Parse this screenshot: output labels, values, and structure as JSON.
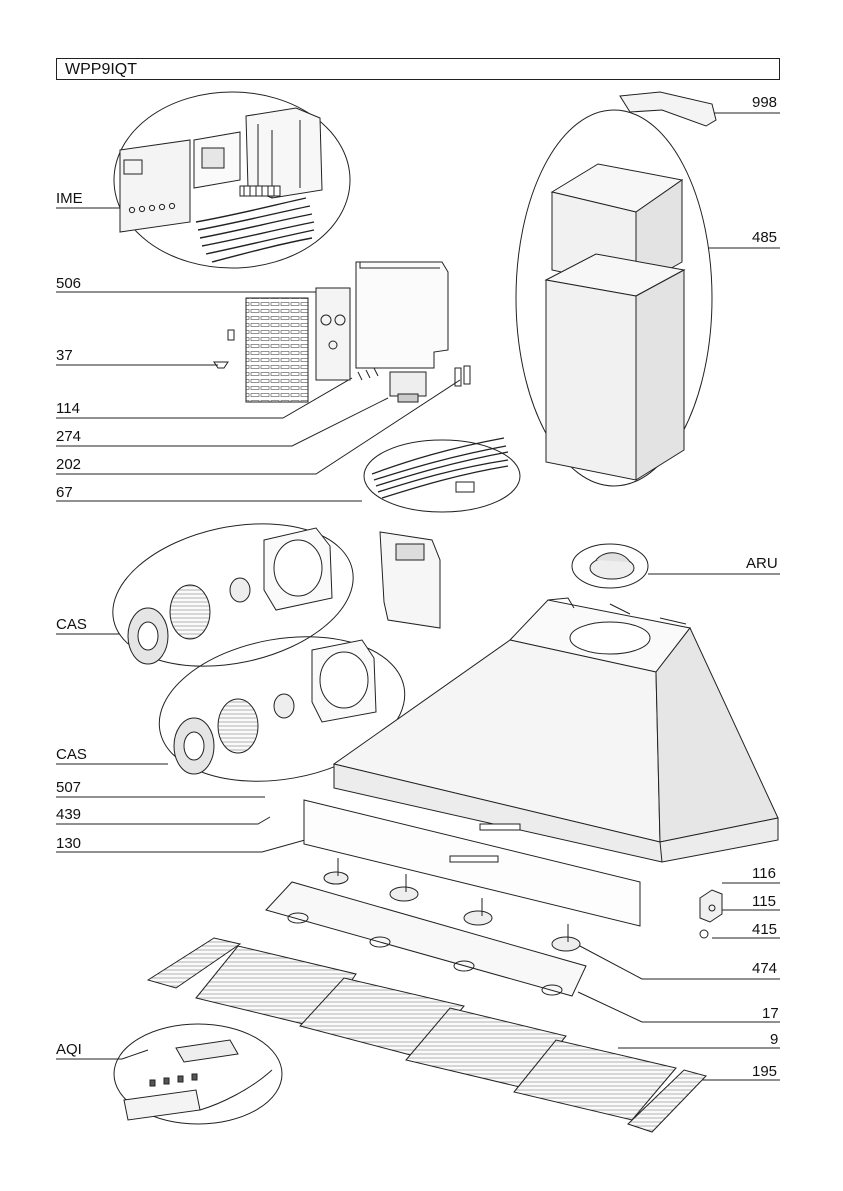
{
  "model": "WPP9IQT",
  "left_labels": [
    "IME",
    "506",
    "37",
    "114",
    "274",
    "202",
    "67",
    "CAS",
    "CAS",
    "507",
    "439",
    "130",
    "AQI"
  ],
  "right_labels": [
    "998",
    "485",
    "ARU",
    "116",
    "115",
    "415",
    "474",
    "17",
    "9",
    "195"
  ],
  "colors": {
    "line": "#222222",
    "panel": "#f2f2f2",
    "shade": "#d6d6d6",
    "dark": "#555555"
  }
}
